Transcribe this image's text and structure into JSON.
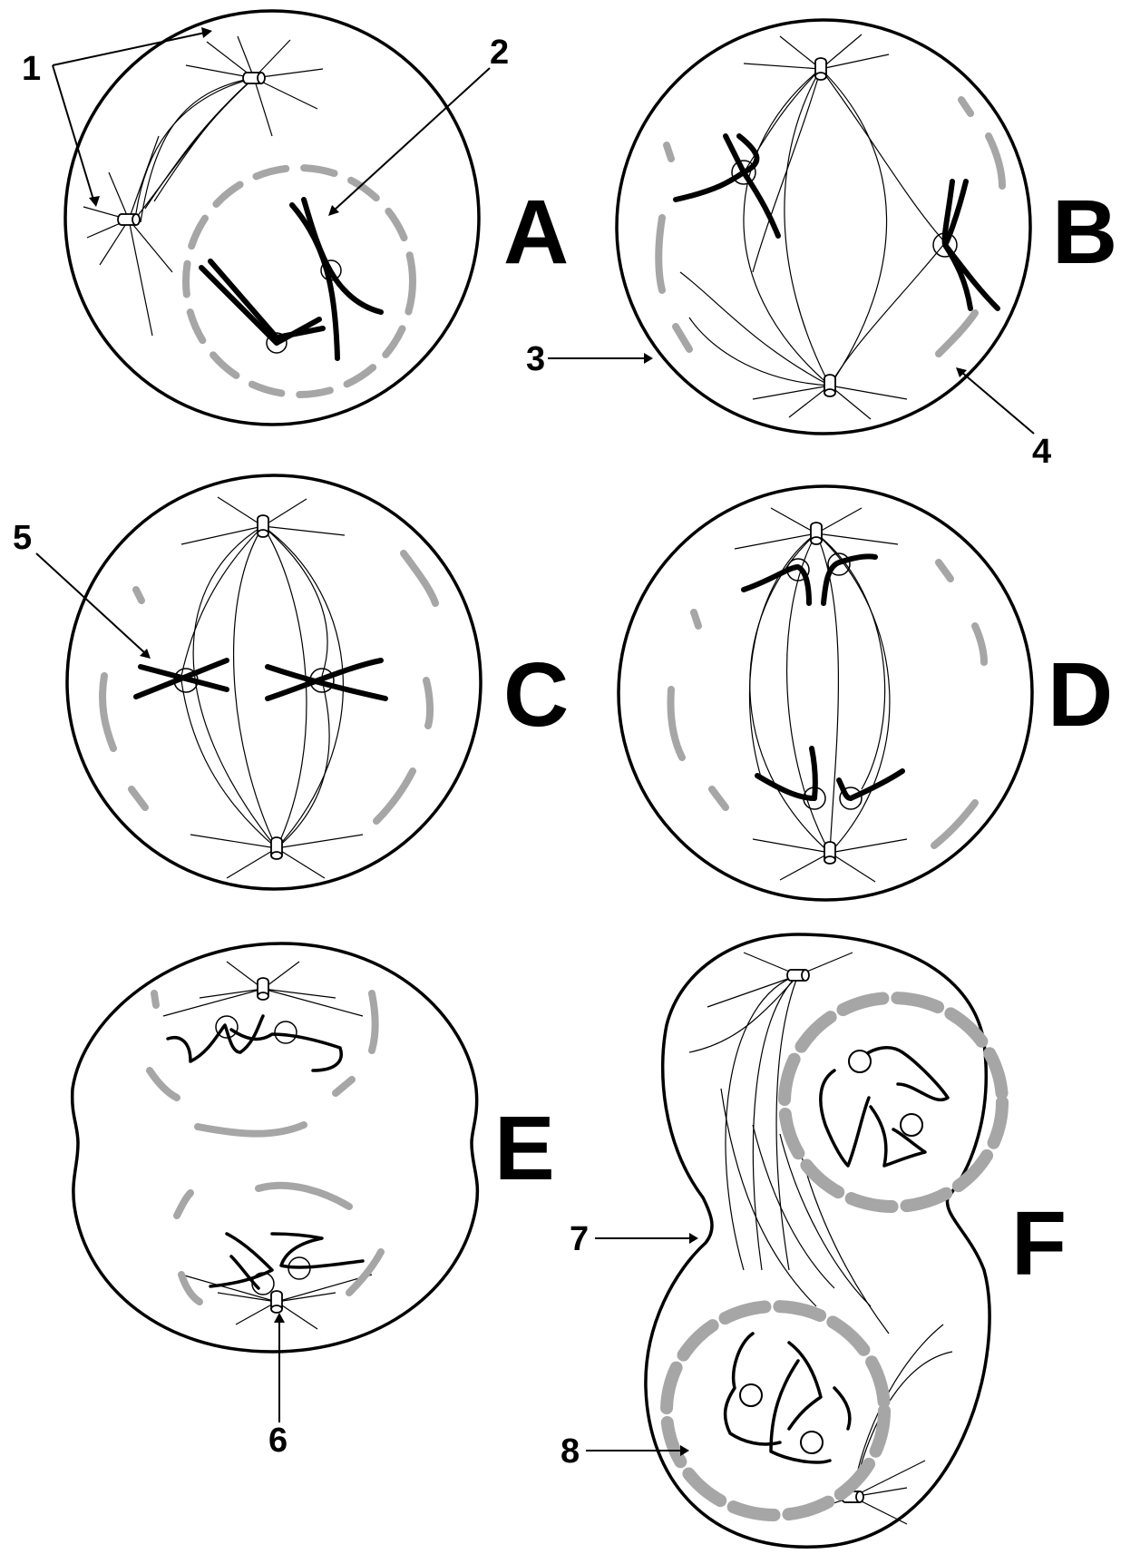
{
  "stage_labels": {
    "a": "A",
    "b": "B",
    "c": "C",
    "d": "D",
    "e": "E",
    "f": "F"
  },
  "callouts": {
    "n1": "1",
    "n2": "2",
    "n3": "3",
    "n4": "4",
    "n5": "5",
    "n6": "6",
    "n7": "7",
    "n8": "8"
  },
  "colors": {
    "outline": "#000000",
    "membrane_fragments": "#a6a6a6",
    "background": "#ffffff"
  }
}
